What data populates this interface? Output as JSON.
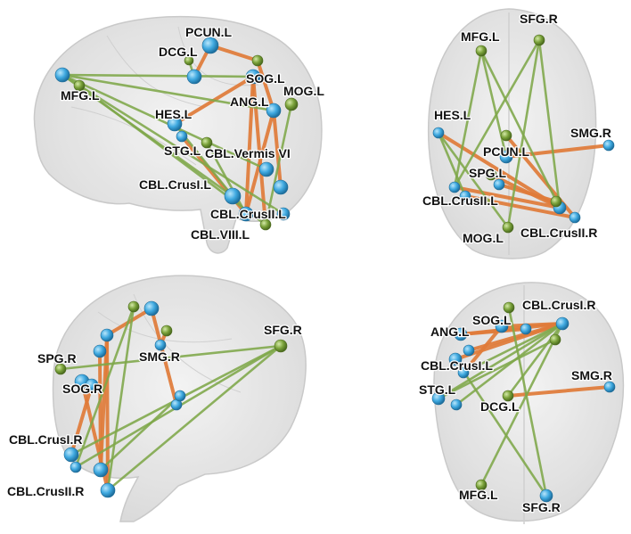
{
  "colors": {
    "node_blue": "#3fa9e0",
    "node_green": "#7aa23a",
    "edge_orange": "#e07b39",
    "edge_green": "#7fa84a",
    "brain_fill": "#e3e3e3",
    "brain_stroke": "#c4c4c4",
    "label_text": "#111111"
  },
  "panels": [
    {
      "id": "top-left",
      "view": "sagittal-left",
      "labels": [
        "PCUN.L",
        "DCG.L",
        "SOG.L",
        "MOG.L",
        "ANG.L",
        "MFG.L",
        "HES.L",
        "STG.L",
        "CBL.Vermis VI",
        "CBL.CrusI.L",
        "CBL.CrusII.L",
        "CBL.VIII.L"
      ]
    },
    {
      "id": "top-right",
      "view": "axial",
      "labels": [
        "SFG.R",
        "MFG.L",
        "HES.L",
        "SMG.R",
        "PCUN.L",
        "SPG.L",
        "CBL.CrusII.L",
        "MOG.L",
        "CBL.CrusII.R"
      ]
    },
    {
      "id": "bottom-left",
      "view": "sagittal-right",
      "labels": [
        "SFG.R",
        "SPG.R",
        "SMG.R",
        "SOG.R",
        "CBL.CrusI.R",
        "CBL.CrusII.R"
      ]
    },
    {
      "id": "bottom-right",
      "view": "axial",
      "labels": [
        "CBL.CrusI.R",
        "SOG.L",
        "ANG.L",
        "CBL.CrusI.L",
        "SMG.R",
        "STG.L",
        "DCG.L",
        "MFG.L",
        "SFG.R"
      ]
    }
  ]
}
